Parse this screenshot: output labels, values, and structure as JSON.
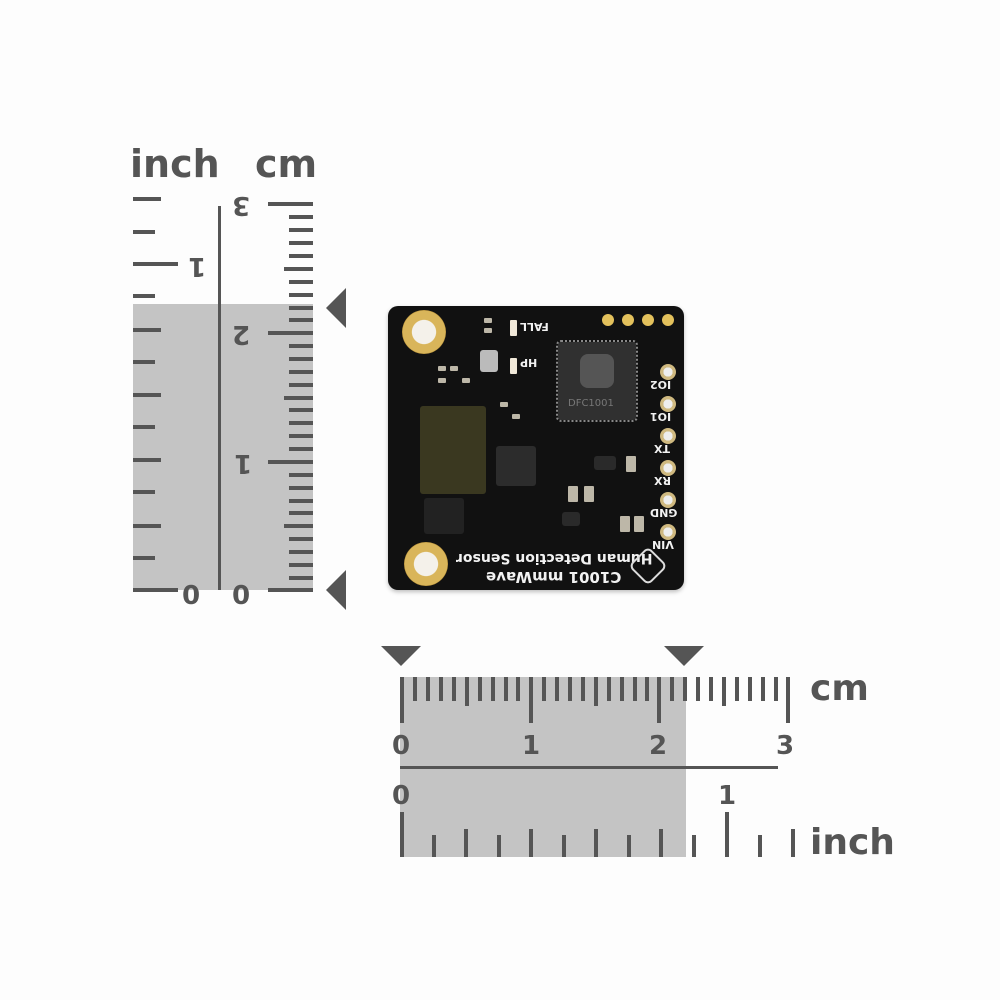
{
  "vertical_ruler": {
    "inch_label": "inch",
    "cm_label": "cm",
    "inch_numbers": [
      "1",
      "0"
    ],
    "cm_numbers": [
      "3",
      "2",
      "1",
      "0"
    ]
  },
  "horizontal_ruler": {
    "cm_label": "cm",
    "inch_label": "inch",
    "cm_numbers": [
      "0",
      "1",
      "2",
      "3"
    ],
    "inch_numbers": [
      "0",
      "1"
    ]
  },
  "board": {
    "title_line1": "C1001 mmWave",
    "title_line2": "Human Detection Sensor",
    "chip_label": "DFC1001",
    "led_labels": [
      "FALL",
      "HP"
    ],
    "pin_labels": [
      "IO2",
      "IO1",
      "TX",
      "RX",
      "GND",
      "VIN"
    ]
  },
  "colors": {
    "ruler_ink": "#555555",
    "ruler_shade": "#c4c4c4",
    "pcb": "#111111",
    "gold": "#d9b55a"
  }
}
